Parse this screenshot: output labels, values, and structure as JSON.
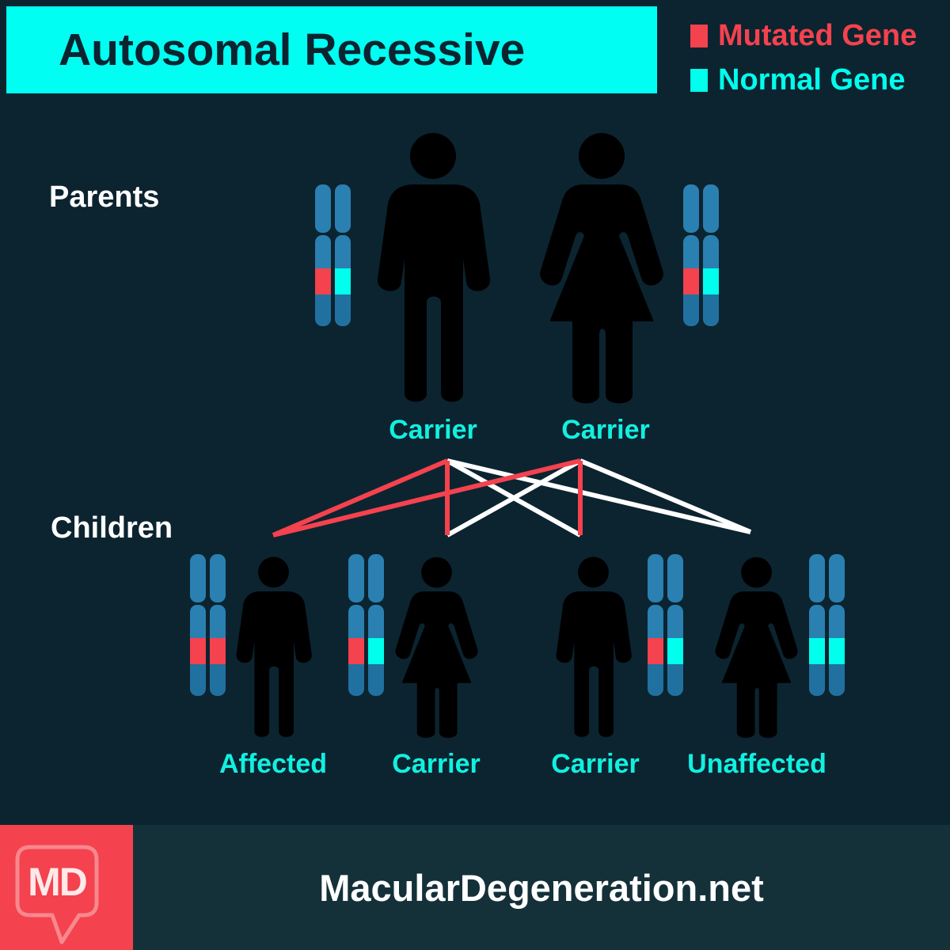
{
  "header": {
    "title": "Autosomal Recessive"
  },
  "legend": {
    "items": [
      {
        "label": "Mutated Gene",
        "gene": "mutated",
        "color": "#f4424e"
      },
      {
        "label": "Normal Gene",
        "gene": "normal",
        "color": "#00ffec"
      }
    ]
  },
  "sections": {
    "parents_label": "Parents",
    "children_label": "Children"
  },
  "people": {
    "father": {
      "role": "parent",
      "sex": "male",
      "status": "Carrier",
      "genes": [
        "mutated",
        "normal"
      ]
    },
    "mother": {
      "role": "parent",
      "sex": "female",
      "status": "Carrier",
      "genes": [
        "mutated",
        "normal"
      ]
    },
    "child1": {
      "role": "child",
      "sex": "male",
      "status": "Affected",
      "genes": [
        "mutated",
        "mutated"
      ]
    },
    "child2": {
      "role": "child",
      "sex": "female",
      "status": "Carrier",
      "genes": [
        "mutated",
        "normal"
      ]
    },
    "child3": {
      "role": "child",
      "sex": "male",
      "status": "Carrier",
      "genes": [
        "mutated",
        "normal"
      ]
    },
    "child4": {
      "role": "child",
      "sex": "female",
      "status": "Unaffected",
      "genes": [
        "normal",
        "normal"
      ]
    }
  },
  "pedigree": {
    "links": [
      {
        "from": "father",
        "to": "child1",
        "gene": "mutated"
      },
      {
        "from": "mother",
        "to": "child1",
        "gene": "mutated"
      },
      {
        "from": "father",
        "to": "child2",
        "gene": "mutated"
      },
      {
        "from": "mother",
        "to": "child2",
        "gene": "normal"
      },
      {
        "from": "father",
        "to": "child3",
        "gene": "normal"
      },
      {
        "from": "mother",
        "to": "child3",
        "gene": "mutated"
      },
      {
        "from": "father",
        "to": "child4",
        "gene": "normal"
      },
      {
        "from": "mother",
        "to": "child4",
        "gene": "normal"
      }
    ]
  },
  "colors": {
    "mutated": "#f4424e",
    "normal": "#00ffec",
    "chromosome_blue": "#2a80b1",
    "background": "#0b2430",
    "banner": "#00fff2"
  },
  "footer": {
    "site": "MacularDegeneration.net",
    "logo_text": "MD"
  }
}
